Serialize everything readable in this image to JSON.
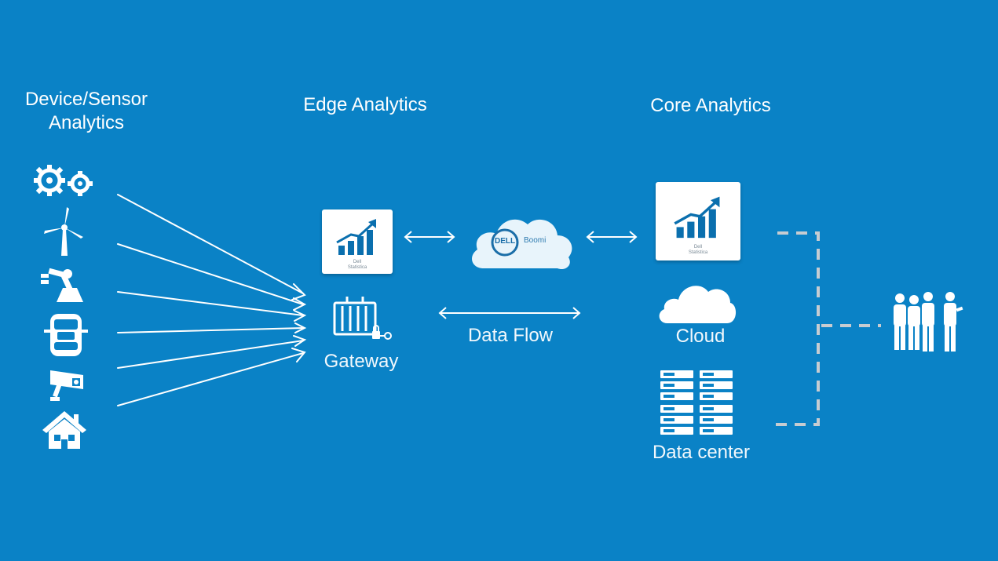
{
  "columns": {
    "device": "Device/Sensor\nAnalytics",
    "edge": "Edge Analytics",
    "core": "Core Analytics"
  },
  "edge": {
    "tile_caption": "Dell\nStatistica",
    "gateway_label": "Gateway",
    "flow_label": "Data Flow",
    "cloud_brand": "DELL",
    "cloud_product": "Boomi"
  },
  "core": {
    "tile_caption": "Dell\nStatistica",
    "cloud_label": "Cloud",
    "datacenter_label": "Data center"
  },
  "devices": [
    "gears-icon",
    "wind-turbine-icon",
    "robot-arm-icon",
    "car-icon",
    "security-camera-icon",
    "house-icon"
  ],
  "colors": {
    "background": "#0a82c6",
    "foreground": "#ffffff",
    "dashed_line": "#c7ccd1"
  }
}
